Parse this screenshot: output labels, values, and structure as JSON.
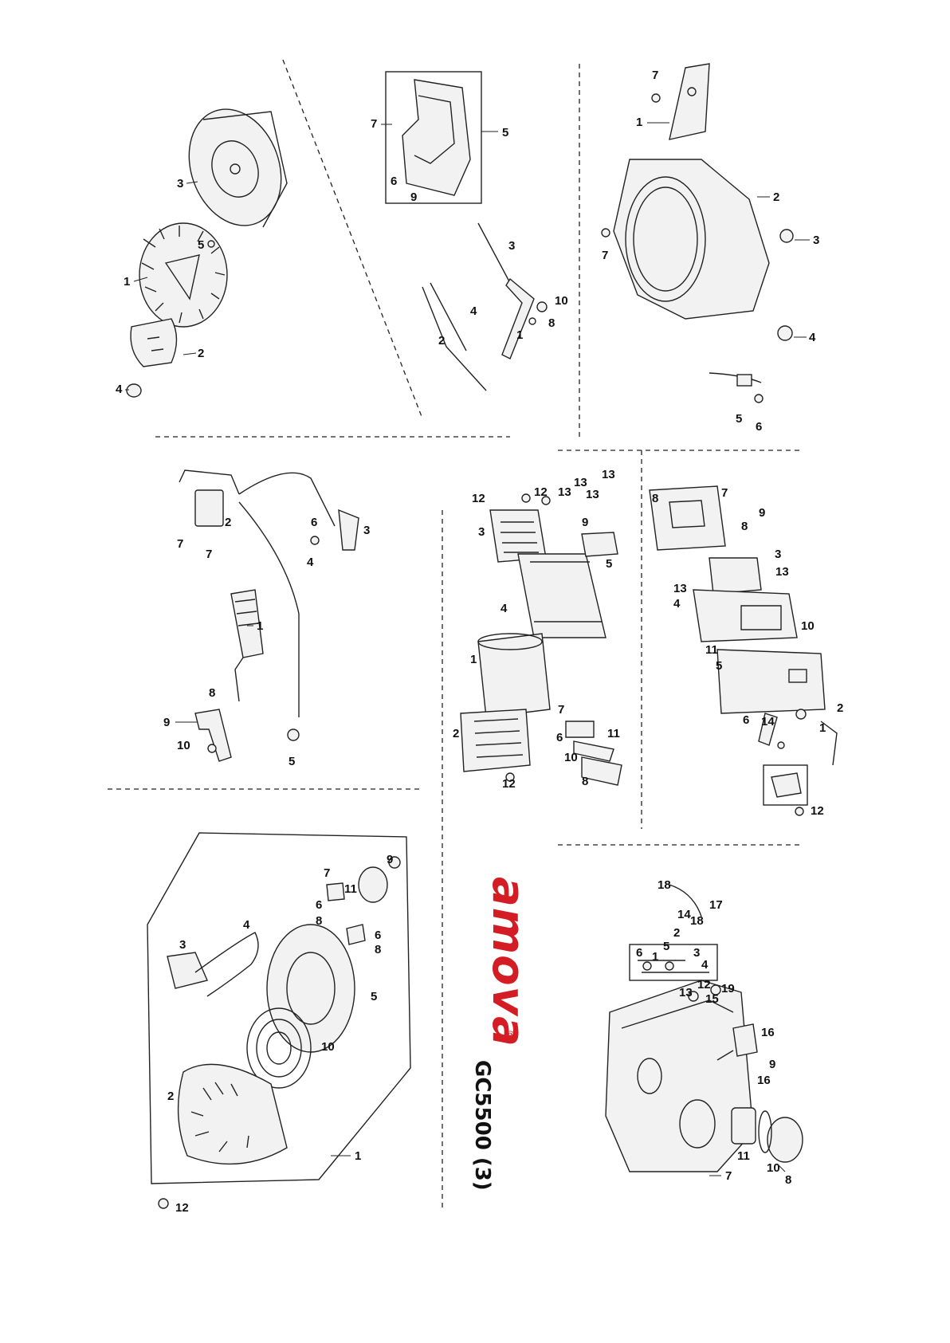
{
  "brand": {
    "name": "amova",
    "registered_mark": "®",
    "accent_color": "#d41c24"
  },
  "model": {
    "label": "GC5500  (3)"
  },
  "groups": {
    "flywheel": {
      "labels": [
        "1",
        "2",
        "3",
        "4",
        "5"
      ]
    },
    "control_cover": {
      "labels": [
        "5",
        "7",
        "6",
        "9",
        "3",
        "4",
        "2",
        "10",
        "8",
        "1"
      ]
    },
    "blower_housing": {
      "labels": [
        "7",
        "1",
        "2",
        "7",
        "3",
        "4",
        "5",
        "6"
      ]
    },
    "ignition": {
      "labels": [
        "7",
        "2",
        "7",
        "6",
        "3",
        "4",
        "1",
        "8",
        "9",
        "10",
        "5"
      ]
    },
    "muffler": {
      "labels": [
        "12",
        "12",
        "13",
        "13",
        "13",
        "13",
        "3",
        "9",
        "5",
        "4",
        "1",
        "2",
        "7",
        "6",
        "11",
        "10",
        "8",
        "12"
      ]
    },
    "air_cleaner": {
      "labels": [
        "8",
        "7",
        "9",
        "8",
        "3",
        "13",
        "13",
        "4",
        "10",
        "11",
        "5",
        "2",
        "6",
        "14",
        "1",
        "12"
      ]
    },
    "recoil_starter": {
      "labels": [
        "9",
        "7",
        "11",
        "6",
        "8",
        "6",
        "8",
        "3",
        "4",
        "5",
        "10",
        "2",
        "1",
        "12"
      ]
    },
    "fuel_tank": {
      "labels": [
        "18",
        "17",
        "14",
        "18",
        "2",
        "3",
        "4",
        "5",
        "1",
        "6",
        "13",
        "12",
        "15",
        "19",
        "16",
        "9",
        "16",
        "7",
        "11",
        "10",
        "8"
      ]
    }
  }
}
